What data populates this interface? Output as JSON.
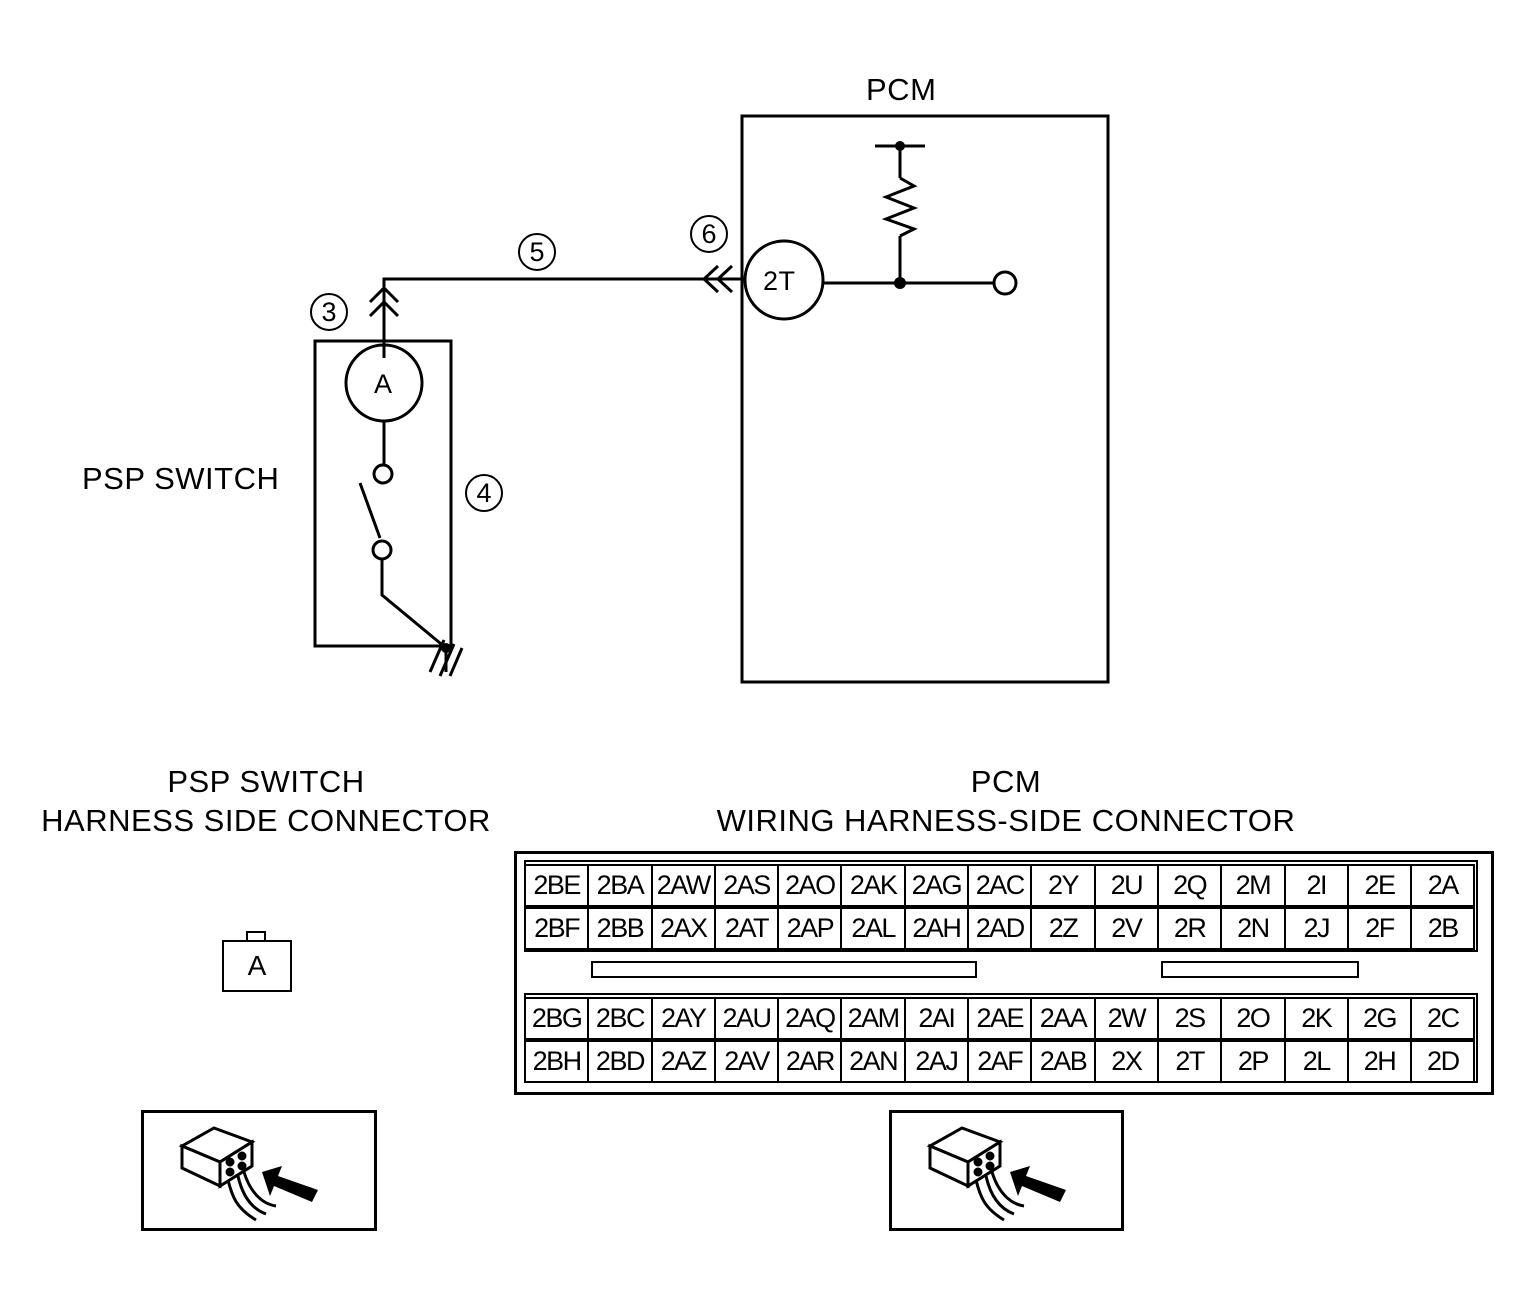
{
  "schematic": {
    "pcm_label": "PCM",
    "psp_switch_label": "PSP SWITCH",
    "terminal_a": "A",
    "terminal_2t": "2T",
    "callouts": {
      "c3": "3",
      "c4": "4",
      "c5": "5",
      "c6": "6"
    }
  },
  "psp_connector": {
    "title_line1": "PSP SWITCH",
    "title_line2": "HARNESS SIDE CONNECTOR",
    "pin": "A"
  },
  "pcm_connector": {
    "title_line1": "PCM",
    "title_line2": "WIRING HARNESS-SIDE CONNECTOR",
    "upper_rows": [
      [
        "2BE",
        "2BA",
        "2AW",
        "2AS",
        "2AO",
        "2AK",
        "2AG",
        "2AC",
        "2Y",
        "2U",
        "2Q",
        "2M",
        "2I",
        "2E",
        "2A"
      ],
      [
        "2BF",
        "2BB",
        "2AX",
        "2AT",
        "2AP",
        "2AL",
        "2AH",
        "2AD",
        "2Z",
        "2V",
        "2R",
        "2N",
        "2J",
        "2F",
        "2B"
      ]
    ],
    "lower_rows": [
      [
        "2BG",
        "2BC",
        "2AY",
        "2AU",
        "2AQ",
        "2AM",
        "2AI",
        "2AE",
        "2AA",
        "2W",
        "2S",
        "2O",
        "2K",
        "2G",
        "2C"
      ],
      [
        "2BH",
        "2BD",
        "2AZ",
        "2AV",
        "2AR",
        "2AN",
        "2AJ",
        "2AF",
        "2AB",
        "2X",
        "2T",
        "2P",
        "2L",
        "2H",
        "2D"
      ]
    ]
  }
}
